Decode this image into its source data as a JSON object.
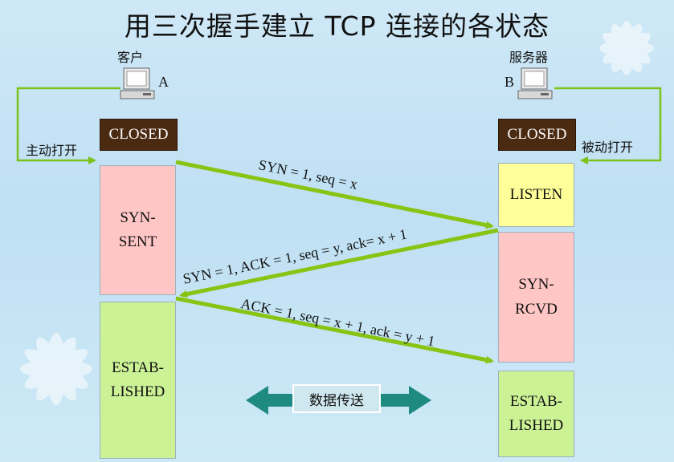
{
  "title": "用三次握手建立 TCP 连接的各状态",
  "client": {
    "label": "客户",
    "letter": "A",
    "open_label": "主动打开",
    "icon": "computer-icon"
  },
  "server": {
    "label": "服务器",
    "letter": "B",
    "open_label": "被动打开",
    "icon": "computer-icon"
  },
  "client_states": [
    "CLOSED",
    "SYN-\nSENT",
    "ESTAB-\nLISHED"
  ],
  "server_states": [
    "CLOSED",
    "LISTEN",
    "SYN-\nRCVD",
    "ESTAB-\nLISHED"
  ],
  "messages": [
    {
      "text": "SYN = 1, seq = x",
      "direction": "A→B"
    },
    {
      "text": "SYN = 1, ACK = 1, seq = y, ack= x + 1",
      "direction": "B→A"
    },
    {
      "text": "ACK = 1, seq = x + 1, ack = y + 1",
      "direction": "A→B"
    }
  ],
  "data_transfer": {
    "label": "数据传送",
    "direction": "bidirectional"
  },
  "colors": {
    "closed": "#4b2a12",
    "syn_sent": "#ffc6c6",
    "established": "#ccf296",
    "listen": "#ffff99",
    "syn_rcvd": "#ffc6c6",
    "arrow": "#88c414",
    "open_loop": "#7cc21a",
    "data_arrow": "#1e8a80"
  }
}
